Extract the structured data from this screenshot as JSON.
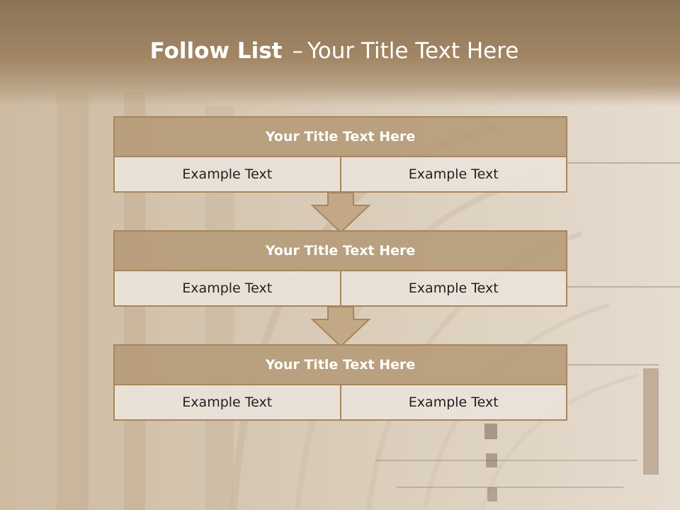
{
  "slide": {
    "title_bold": "Follow List",
    "title_dash": "–",
    "title_rest": "Your Title Text Here"
  },
  "steps": [
    {
      "title": "Your Title Text Here",
      "left": "Example Text",
      "right": "Example Text"
    },
    {
      "title": "Your Title Text Here",
      "left": "Example Text",
      "right": "Example Text"
    },
    {
      "title": "Your Title Text Here",
      "left": "Example Text",
      "right": "Example Text"
    }
  ],
  "colors": {
    "header_fill": "#b69c7a",
    "border": "#a8855c",
    "cell_fill": "#eae2d9",
    "arrow_fill": "#c2a886"
  }
}
